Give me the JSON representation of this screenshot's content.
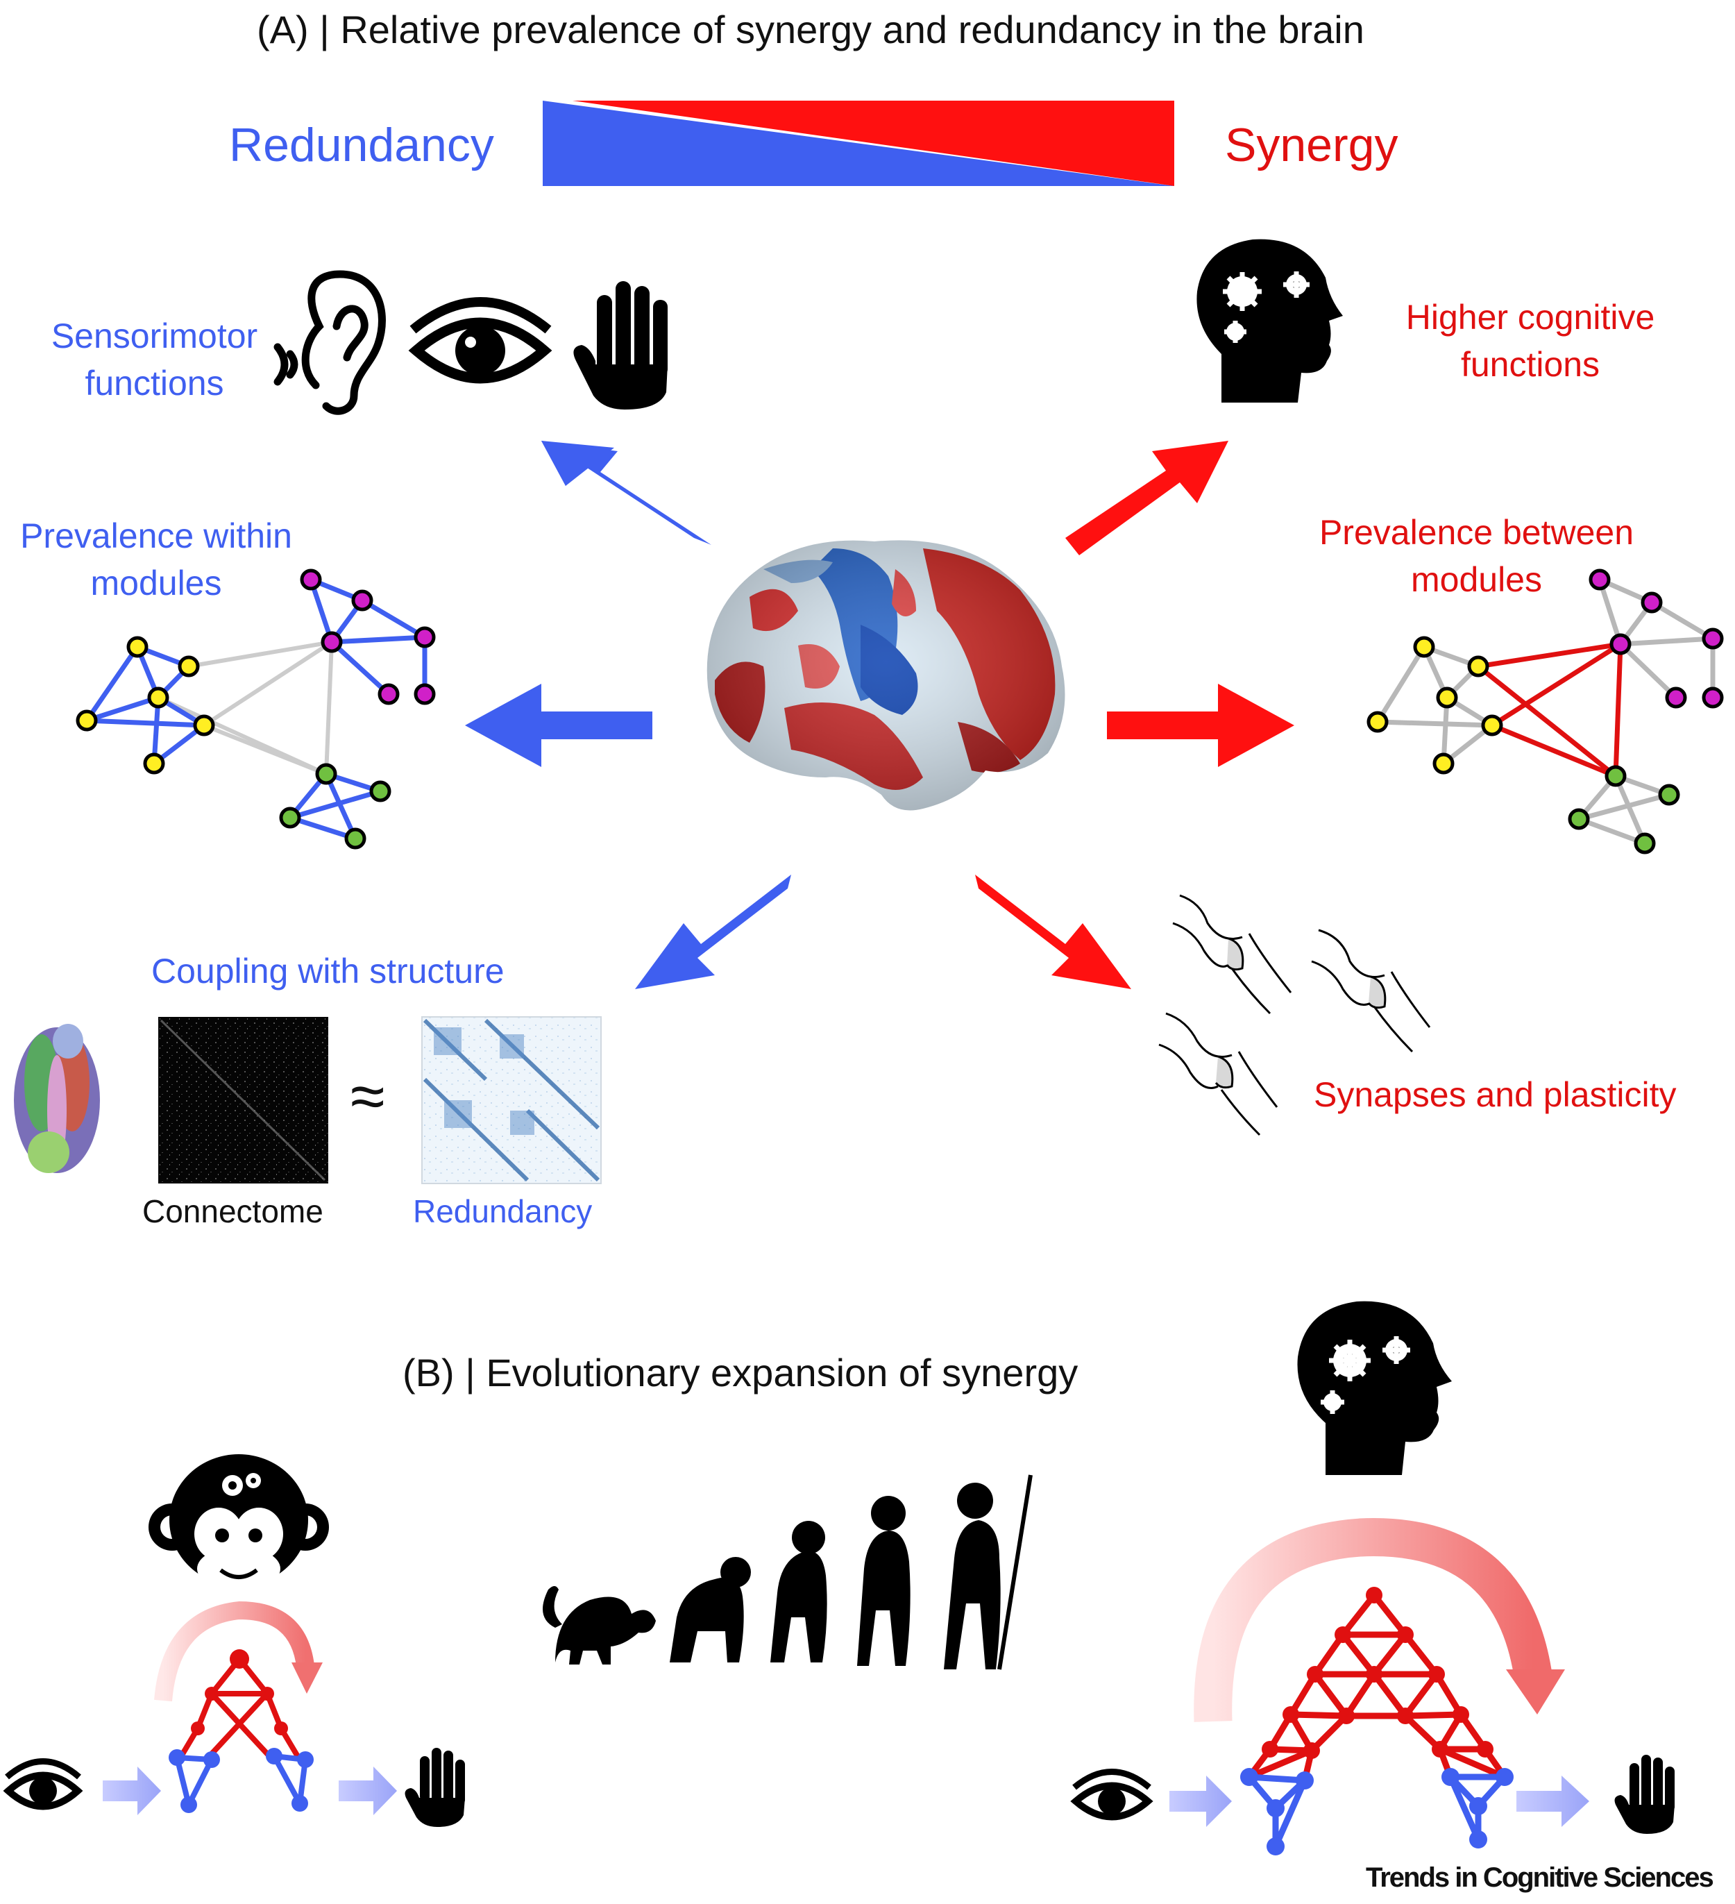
{
  "panel_a": {
    "title": "(A) | Relative prevalence of synergy and redundancy in the brain",
    "redundancy_label": "Redundancy",
    "synergy_label": "Synergy",
    "sensorimotor": {
      "line1": "Sensorimotor",
      "line2": "functions"
    },
    "higher_cognitive": {
      "line1": "Higher cognitive",
      "line2": "functions"
    },
    "within_modules": {
      "line1": "Prevalence within",
      "line2": "modules"
    },
    "between_modules": {
      "line1": "Prevalence between",
      "line2": "modules"
    },
    "coupling": "Coupling with structure",
    "connectome": "Connectome",
    "redundancy_matrix": "Redundancy",
    "approx_symbol": "≈",
    "synapses": "Synapses and plasticity"
  },
  "panel_b": {
    "title": "(B) | Evolutionary expansion of synergy"
  },
  "footer": {
    "journal": "Trends in Cognitive Sciences"
  },
  "colors": {
    "redundancy_blue": "#3f5ff0",
    "synergy_red": "#e01010",
    "node_yellow": "#ffee22",
    "node_magenta": "#d020c8",
    "node_green": "#70c040",
    "between_gray": "#c8c8c8"
  },
  "icons": [
    "ear-icon",
    "eye-icon",
    "hand-icon",
    "head-gears-icon",
    "brain-image",
    "synapse-icon",
    "monkey-gears-icon",
    "evolution-silhouettes"
  ]
}
